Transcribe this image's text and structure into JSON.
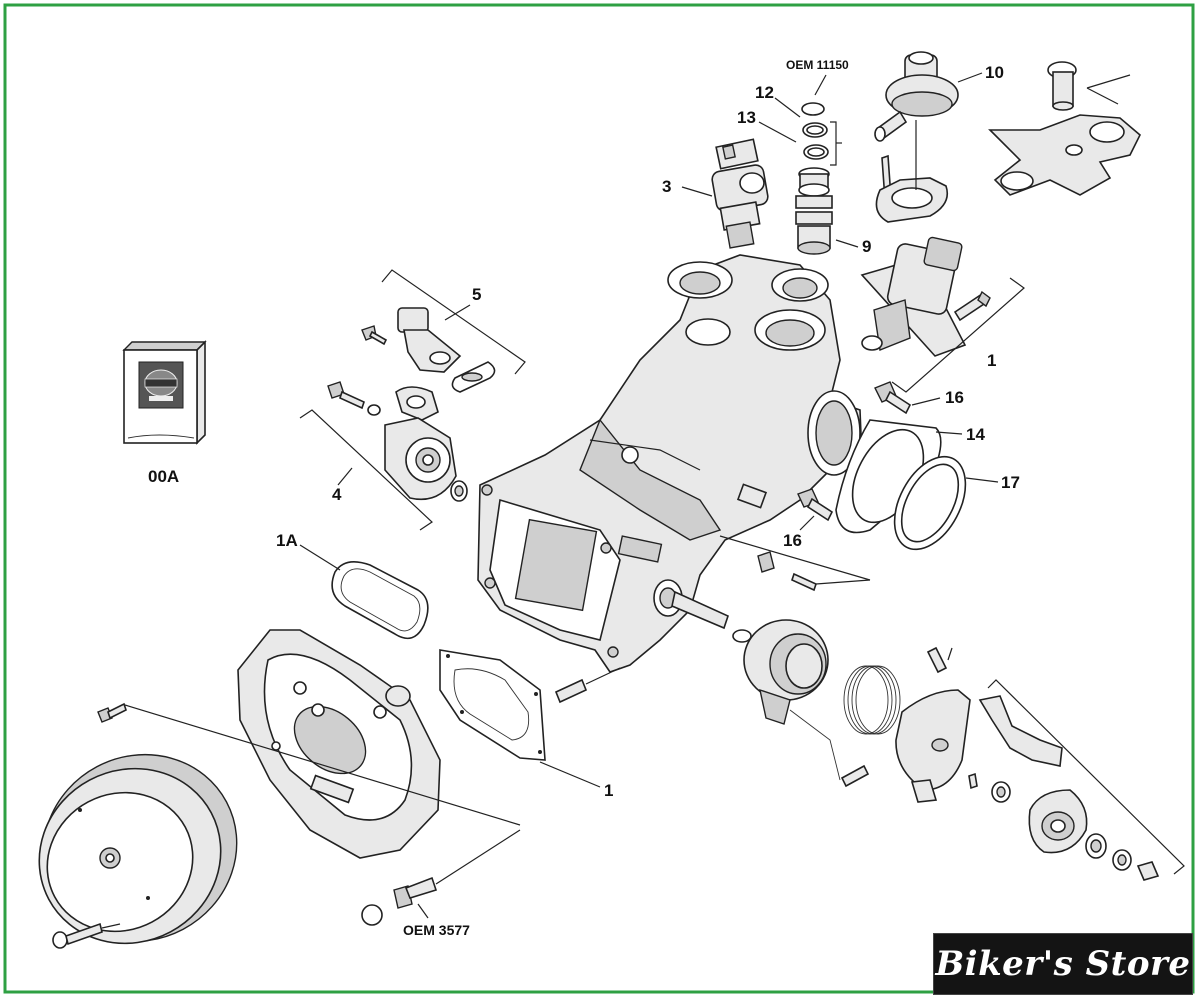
{
  "diagram": {
    "frame_color": "#2ea043",
    "callouts": {
      "c00A": "00A",
      "c1A": "1A",
      "c1_gasket": "1",
      "c1_iac": "1",
      "c3": "3",
      "c4": "4",
      "c5": "5",
      "c9": "9",
      "c10": "10",
      "c12": "12",
      "c13": "13",
      "c14": "14",
      "c16_top": "16",
      "c16_bottom": "16",
      "c17": "17",
      "oem_11150": "OEM 11150",
      "oem_3577": "OEM 3577"
    },
    "icons": [
      "genuine-parts-box-icon",
      "biker-store-logo"
    ]
  },
  "brand": {
    "text": "Biker's Store"
  }
}
